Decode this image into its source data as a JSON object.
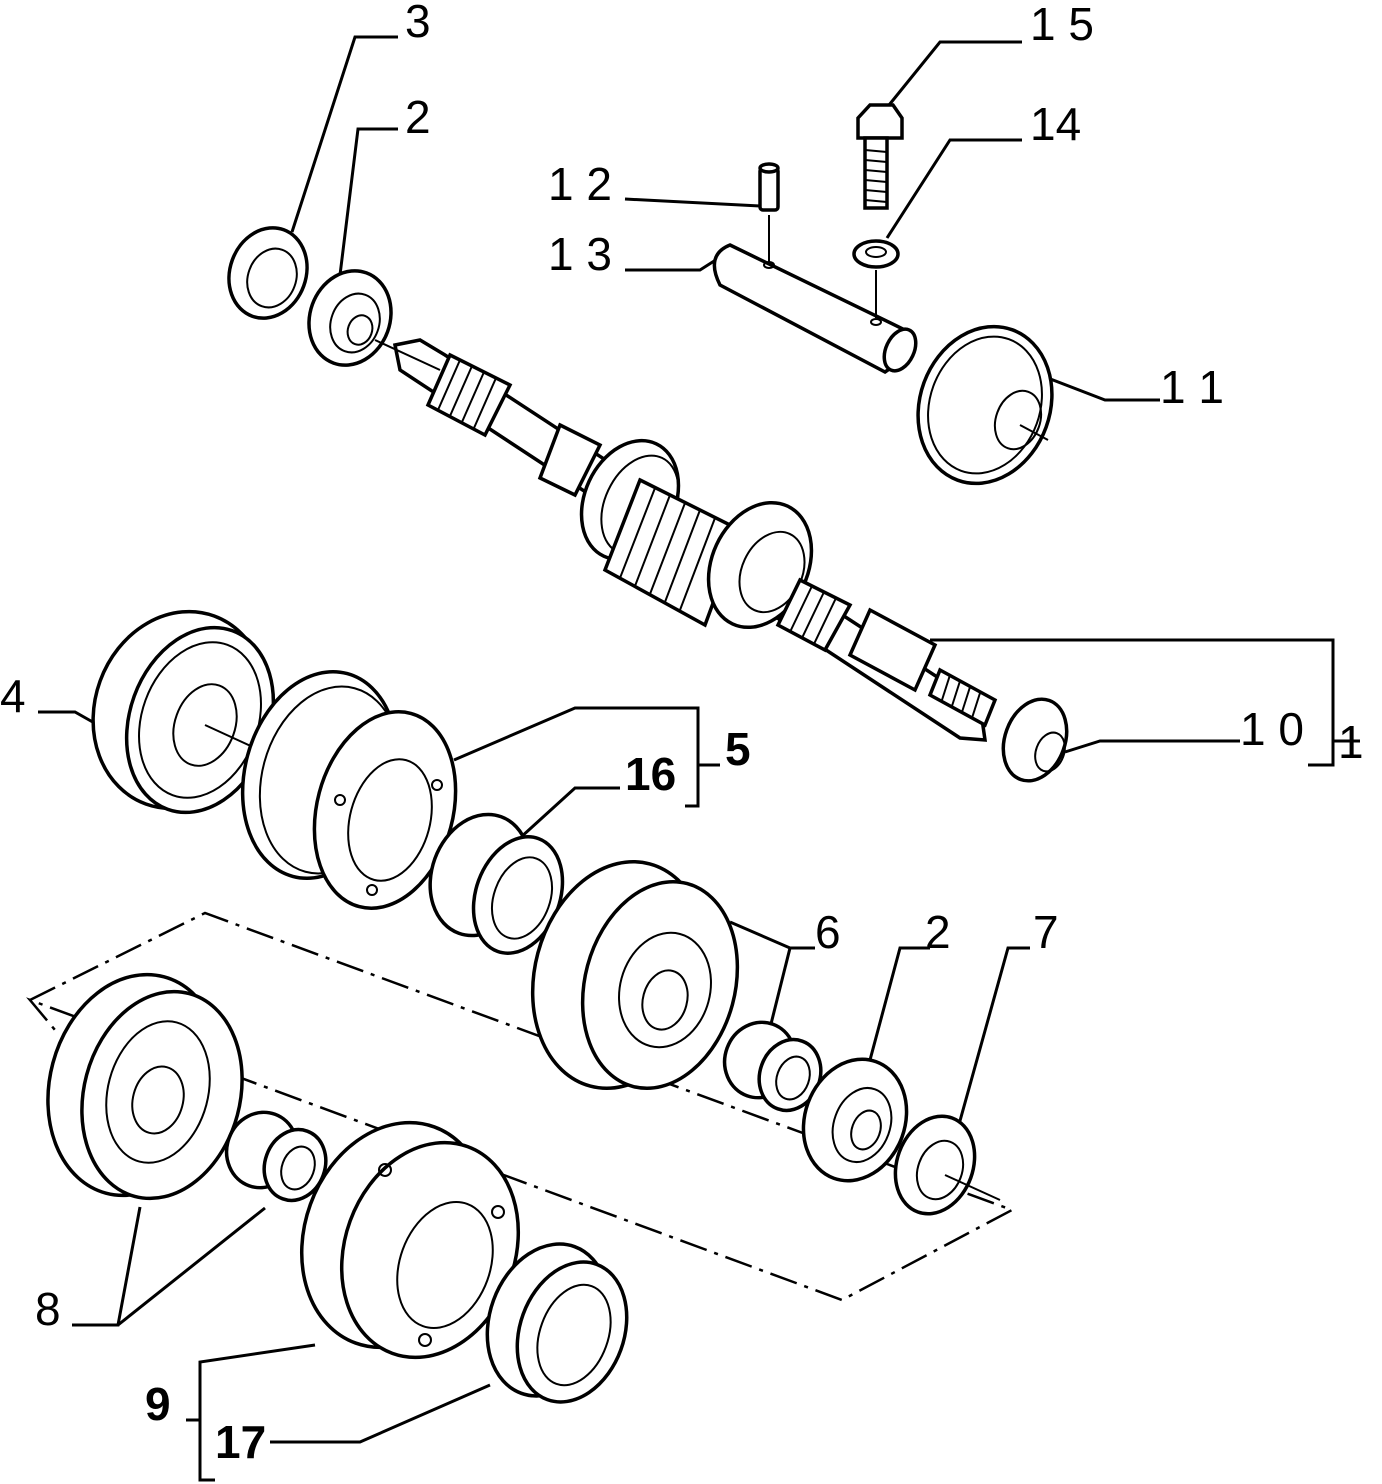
{
  "labels": {
    "l1": "1",
    "l2a": "2",
    "l2b": "2",
    "l3": "3",
    "l4": "4",
    "l5": "5",
    "l6": "6",
    "l7": "7",
    "l8": "8",
    "l9": "9",
    "l10": "1 0",
    "l11": "1 1",
    "l12": "1 2",
    "l13": "1 3",
    "l14": "14",
    "l15": "1 5",
    "l16": "16",
    "l17": "17"
  }
}
